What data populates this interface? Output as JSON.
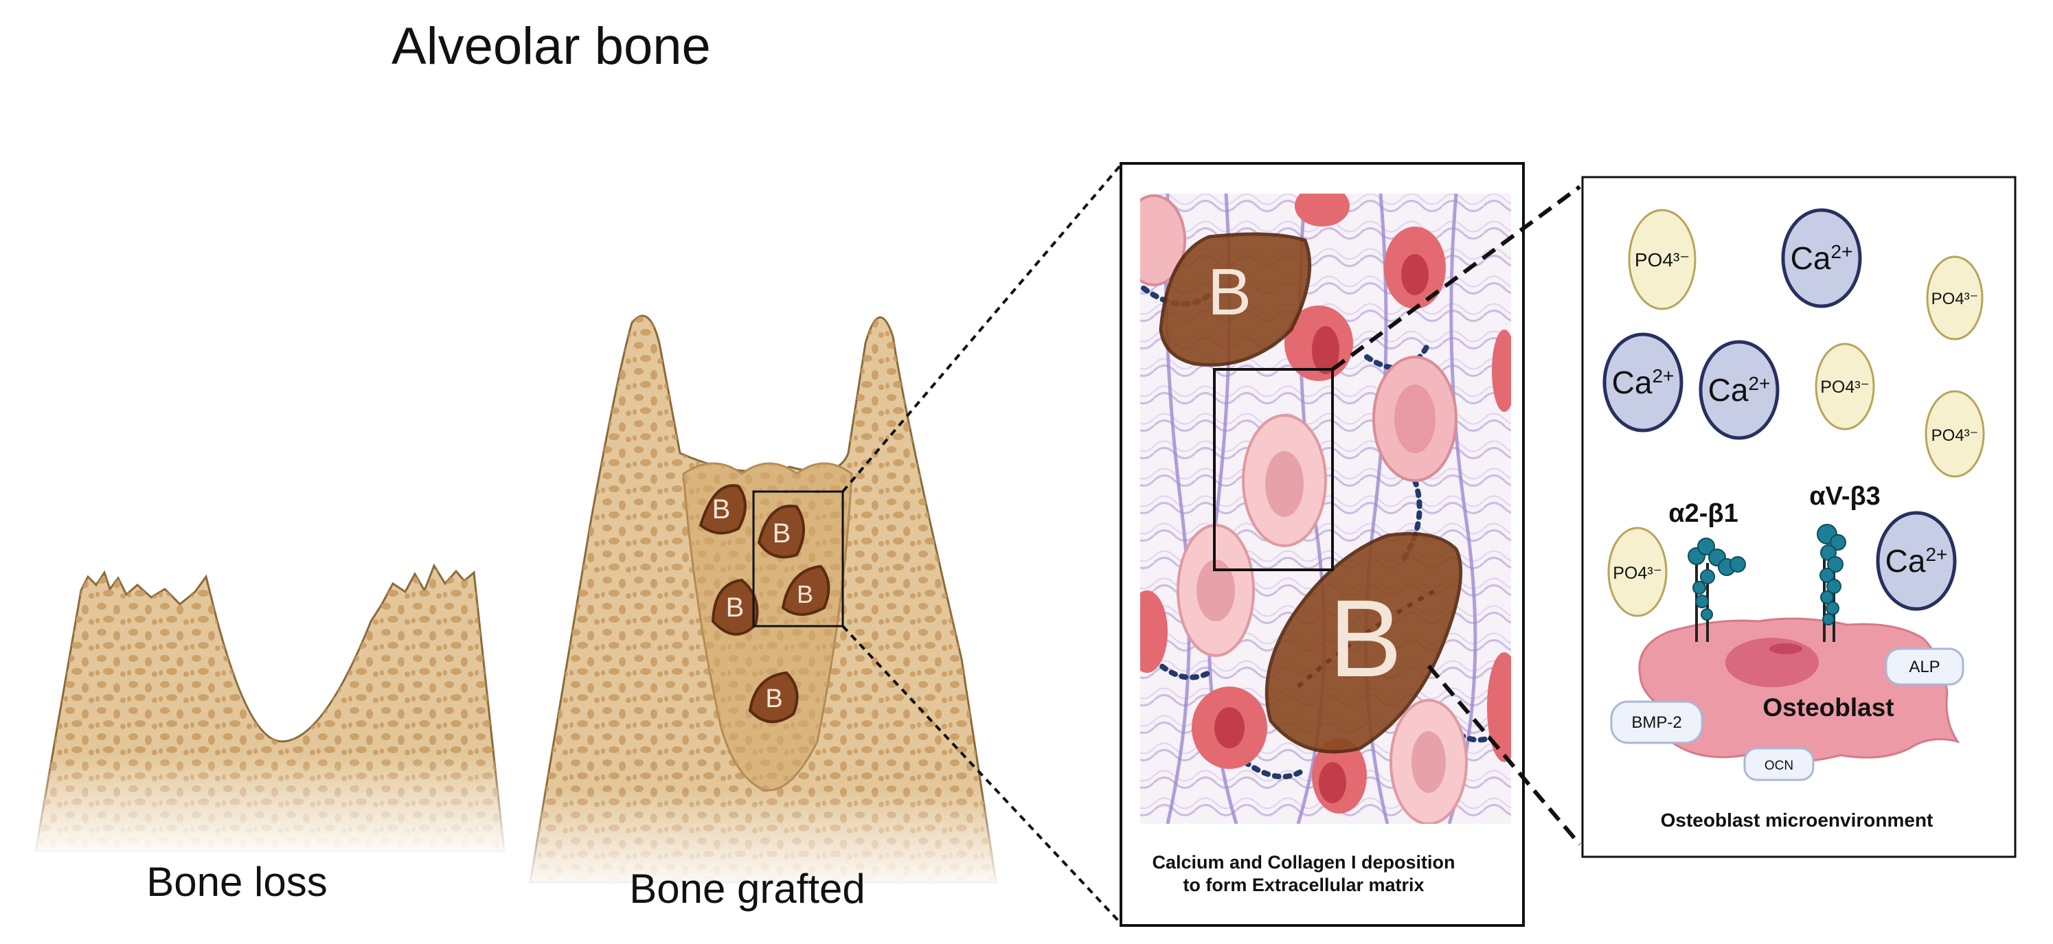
{
  "title": "Alveolar bone",
  "panels": {
    "bone_loss": {
      "label": "Bone loss"
    },
    "bone_grafted": {
      "label": "Bone grafted",
      "graft_marker": "B"
    },
    "ecm": {
      "graft_marker": "B",
      "caption_line1": "Calcium and Collagen I deposition",
      "caption_line2": "to form Extracellular matrix"
    },
    "microenvironment": {
      "phosphate": "PO4³⁻",
      "calcium_base": "Ca",
      "calcium_charge": "2+",
      "integrin_1": "α2-β1",
      "integrin_2": "αV-β3",
      "cell": "Osteoblast",
      "marker_alp": "ALP",
      "marker_bmp2": "BMP-2",
      "marker_ocn": "OCN",
      "caption": "Osteoblast microenvironment"
    }
  },
  "colors": {
    "bone_outer": "#e3c79a",
    "bone_inner": "#d9b47d",
    "bone_pore": "#c99a62",
    "graft": "#8a4a24",
    "graft_edge": "#5a2c12",
    "calcium_fill": "#c8cde6",
    "calcium_edge": "#27305f",
    "phosphate_fill": "#f6f0cf",
    "phosphate_edge": "#b8a45a",
    "osteoblast": "#ec9aa6",
    "integrin": "#1d7f96"
  }
}
